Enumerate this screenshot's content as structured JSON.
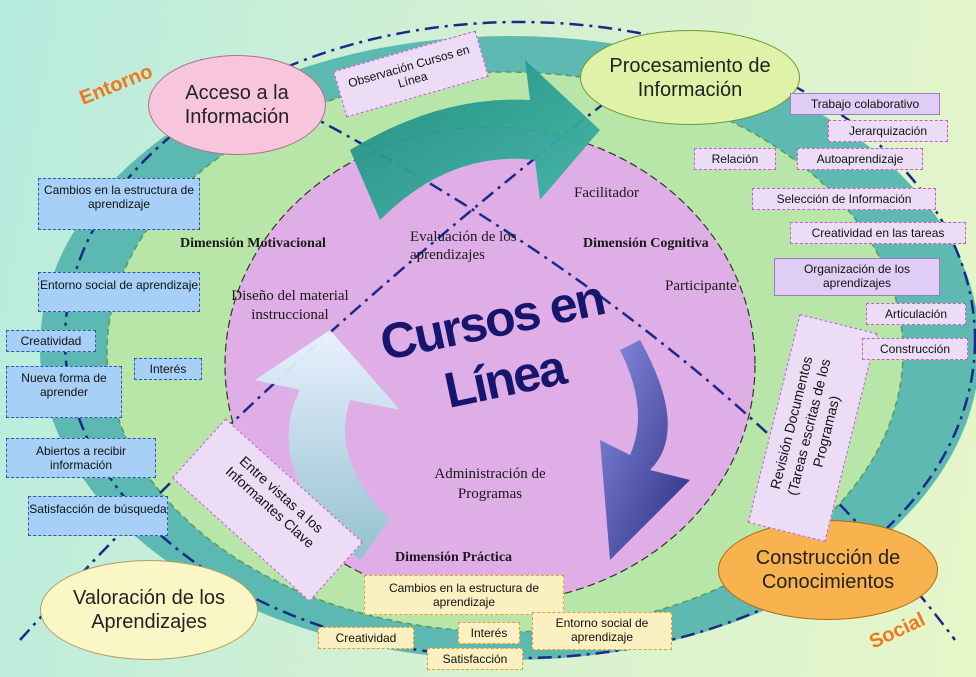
{
  "center_title": "Cursos en Línea",
  "corner_labels": {
    "entorno": "Entorno",
    "social": "Social"
  },
  "bubbles": {
    "acceso": "Acceso a la Información",
    "procesamiento": "Procesamiento de Información",
    "construccion": "Construcción de Conocimientos",
    "valoracion": "Valoración de los Aprendizajes"
  },
  "dimensions": {
    "motivacional": "Dimensión Motivacional",
    "cognitiva": "Dimensión Cognitiva",
    "practica": "Dimensión Práctica"
  },
  "inner_texts": {
    "facilitador": "Facilitador",
    "evaluacion": "Evaluación de los aprendizajes",
    "participante": "Participante",
    "diseno": "Diseño del material instruccional",
    "administracion": "Administración de Programas"
  },
  "arrow_labels": {
    "observacion": "Observación Cursos en Línea",
    "entrevistas": "Entre vistas a los Informantes Clave",
    "revision": "Revisión Documentos (Tareas escritas de los Programas)"
  },
  "left_tags": [
    "Cambios en la estructura de aprendizaje",
    "Entorno social de aprendizaje",
    "Creatividad",
    "Interés",
    "Nueva forma de aprender",
    "Abiertos a recibir información",
    "Satisfacción de búsqueda"
  ],
  "right_tags": [
    "Trabajo colaborativo",
    "Jerarquización",
    "Relación",
    "Autoaprendizaje",
    "Selección de Información",
    "Creatividad en las tareas",
    "Organización de los aprendizajes",
    "Articulación",
    "Construcción"
  ],
  "bottom_tags": [
    "Cambios en la estructura de aprendizaje",
    "Creatividad",
    "Interés",
    "Entorno social de aprendizaje",
    "Satisfacción"
  ],
  "colors": {
    "outer_ring": "#52b4ae",
    "middle_ring": "#b8e6a8",
    "inner_disc": "#e0aee6",
    "title": "#16166e",
    "dash_line": "#1a2a8a"
  }
}
